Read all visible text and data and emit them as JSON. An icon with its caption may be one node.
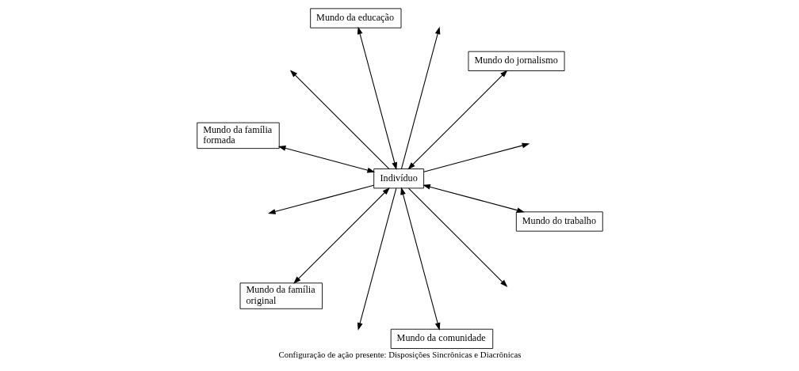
{
  "diagram": {
    "caption": "Configuração de ação presente: Disposições Sincrônicas e Diacrônicas",
    "nodes": [
      {
        "text": [
          "Mundo da educação"
        ]
      },
      {
        "text": [
          "Mundo da família formada"
        ]
      },
      {
        "text": [
          "Indivíduo"
        ]
      },
      {
        "text": [
          "Mundo do jornalismo"
        ]
      },
      {
        "text": [
          "Mundo da família original"
        ]
      },
      {
        "text": [
          "Mundo do trabalho"
        ]
      },
      {
        "text": [
          "Mundo da comunidade"
        ]
      }
    ],
    "edges": [
      {
        "from": 2,
        "to": 0,
        "arrow": "both"
      },
      {
        "from": 2,
        "to": null,
        "arrow": "to"
      },
      {
        "from": 2,
        "to": 3,
        "arrow": "both"
      },
      {
        "from": 2,
        "to": null,
        "arrow": "to"
      },
      {
        "from": 2,
        "to": 5,
        "arrow": "both"
      },
      {
        "from": 2,
        "to": null,
        "arrow": "to"
      },
      {
        "from": 2,
        "to": 6,
        "arrow": "both"
      },
      {
        "from": 2,
        "to": null,
        "arrow": "to"
      },
      {
        "from": 2,
        "to": 4,
        "arrow": "both"
      },
      {
        "from": 2,
        "to": null,
        "arrow": "to"
      },
      {
        "from": 2,
        "to": 1,
        "arrow": "both"
      },
      {
        "from": 2,
        "to": null,
        "arrow": "to"
      }
    ]
  }
}
